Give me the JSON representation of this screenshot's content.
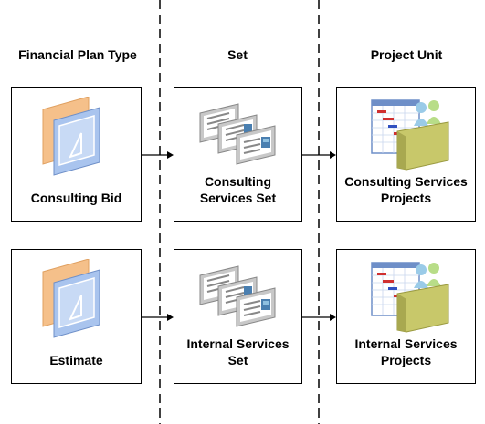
{
  "headers": {
    "financial_plan_type": "Financial Plan Type",
    "set": "Set",
    "project_unit": "Project Unit"
  },
  "rows": [
    {
      "plan_type": "Consulting Bid",
      "set_line1": "Consulting",
      "set_line2": "Services Set",
      "unit_line1": "Consulting Services",
      "unit_line2": "Projects"
    },
    {
      "plan_type": "Estimate",
      "set_line1": "Internal Services",
      "set_line2": "Set",
      "unit_line1": "Internal Services",
      "unit_line2": "Projects"
    }
  ],
  "icons": {
    "plan_type": "financial-plan-type-icon",
    "set": "reference-data-set-icon",
    "unit": "project-unit-folder-icon"
  },
  "colors": {
    "orange_sheet": "#f5c08a",
    "blue_sheet": "#a9c4ee",
    "folder": "#c8c86a",
    "divider": "#000000"
  }
}
